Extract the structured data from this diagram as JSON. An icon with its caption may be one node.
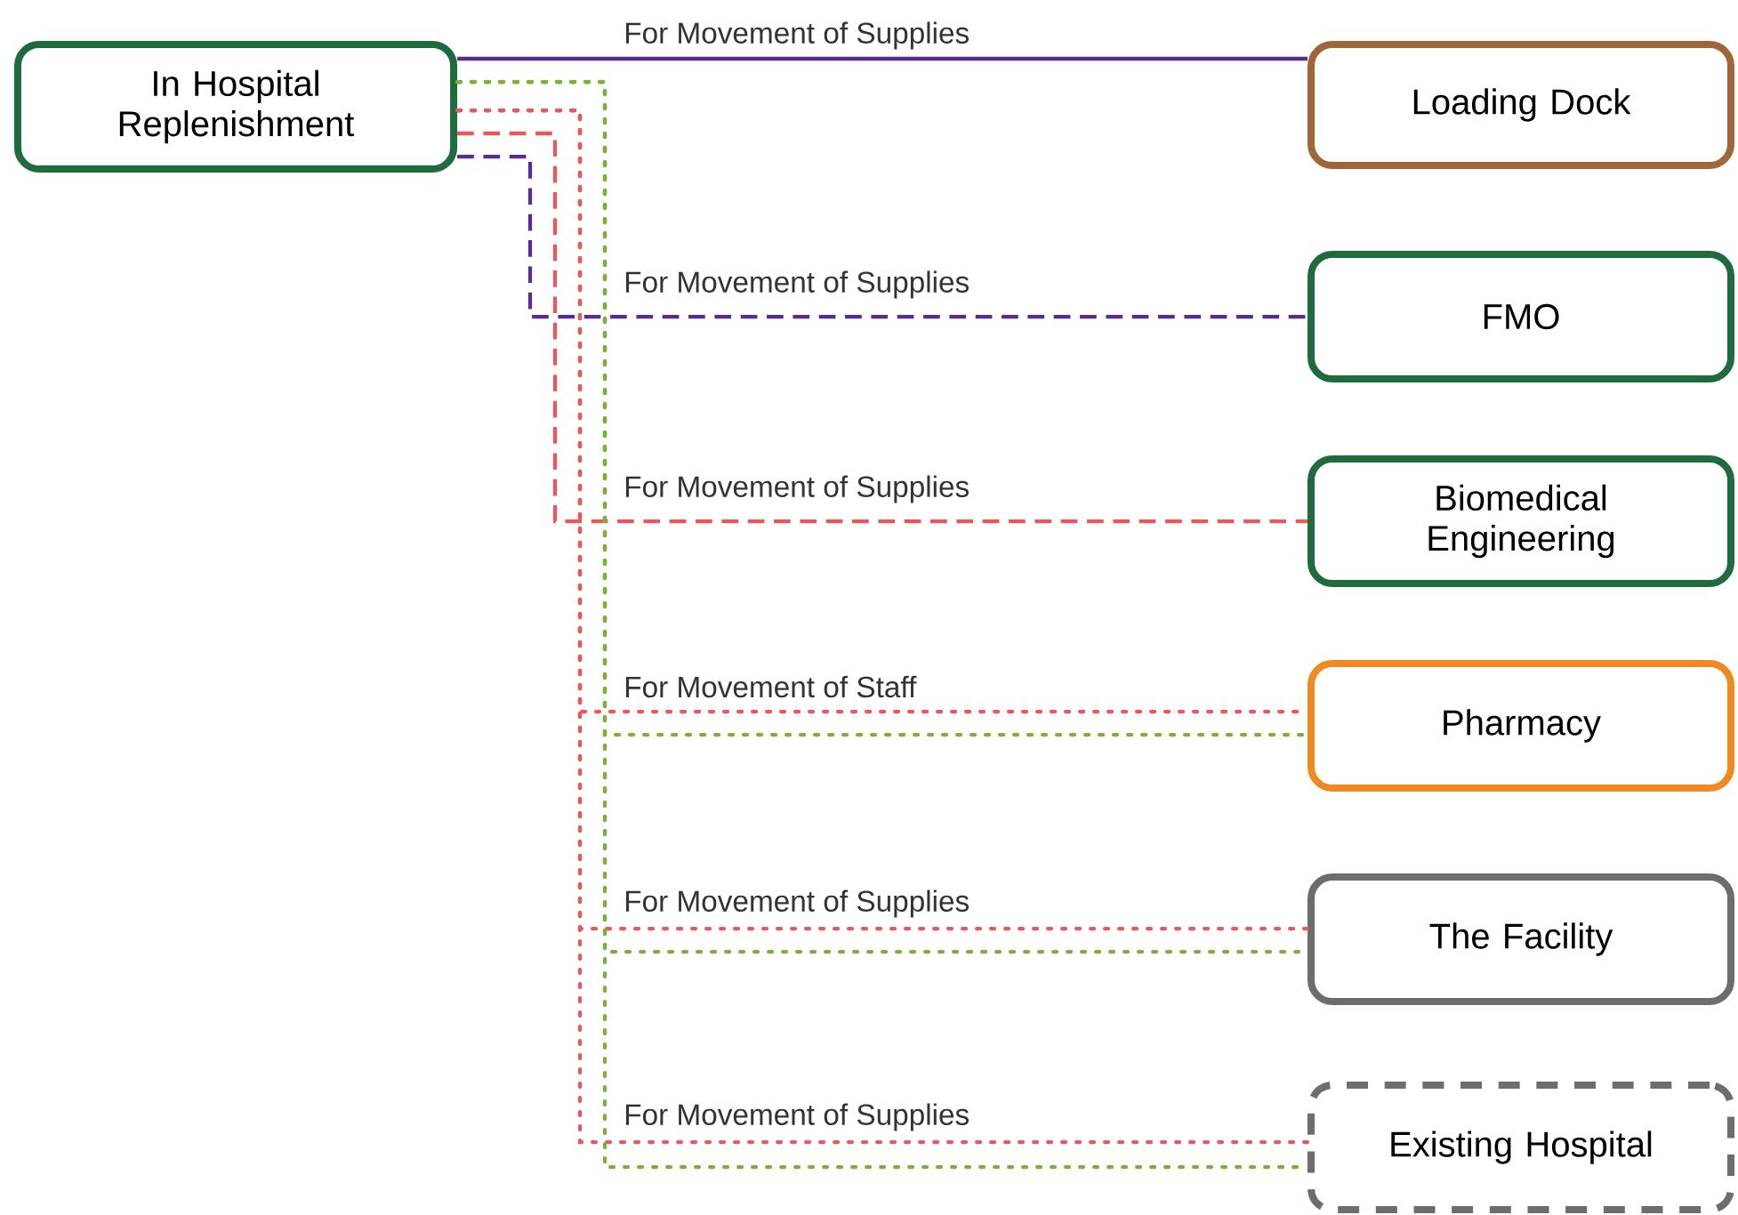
{
  "diagram": {
    "nodes": [
      {
        "text": [
          "In Hospital Replenishment"
        ]
      },
      {
        "text": [
          "Loading Dock"
        ]
      },
      {
        "text": [
          "FMO"
        ]
      },
      {
        "text": [
          "Biomedical Engineering"
        ]
      },
      {
        "text": [
          "Pharmacy"
        ]
      },
      {
        "text": [
          "The Facility"
        ]
      },
      {
        "text": [
          "Existing Hospital"
        ]
      }
    ],
    "edges": [
      {
        "from": 0,
        "to": 1,
        "arrow": "none",
        "label": "For Movement of Supplies",
        "color": "#5b2c8f"
      },
      {
        "from": 0,
        "to": 2,
        "arrow": "none",
        "label": "For Movement of Supplies",
        "style": "dashed",
        "color": "#5b2c8f"
      },
      {
        "from": 0,
        "to": 3,
        "arrow": "none",
        "label": "For Movement of Supplies",
        "style": "dashed",
        "color": "#e8585a"
      },
      {
        "from": 0,
        "to": 4,
        "arrow": "none",
        "label": "For Movement of Staff",
        "style": "dashed",
        "color": "#e8585a"
      },
      {
        "from": 0,
        "to": 4,
        "arrow": "none",
        "style": "dashed",
        "color": "#7ab03c"
      },
      {
        "from": 0,
        "to": 5,
        "arrow": "none",
        "label": "For Movement of Supplies",
        "style": "dashed",
        "color": "#e8585a"
      },
      {
        "from": 0,
        "to": 5,
        "arrow": "none",
        "style": "dashed",
        "color": "#7ab03c"
      },
      {
        "from": 0,
        "to": 6,
        "arrow": "none",
        "label": "For Movement of Supplies",
        "style": "dashed",
        "color": "#e8585a"
      },
      {
        "from": 0,
        "to": 6,
        "arrow": "none",
        "style": "dashed",
        "color": "#7ab03c"
      }
    ]
  }
}
